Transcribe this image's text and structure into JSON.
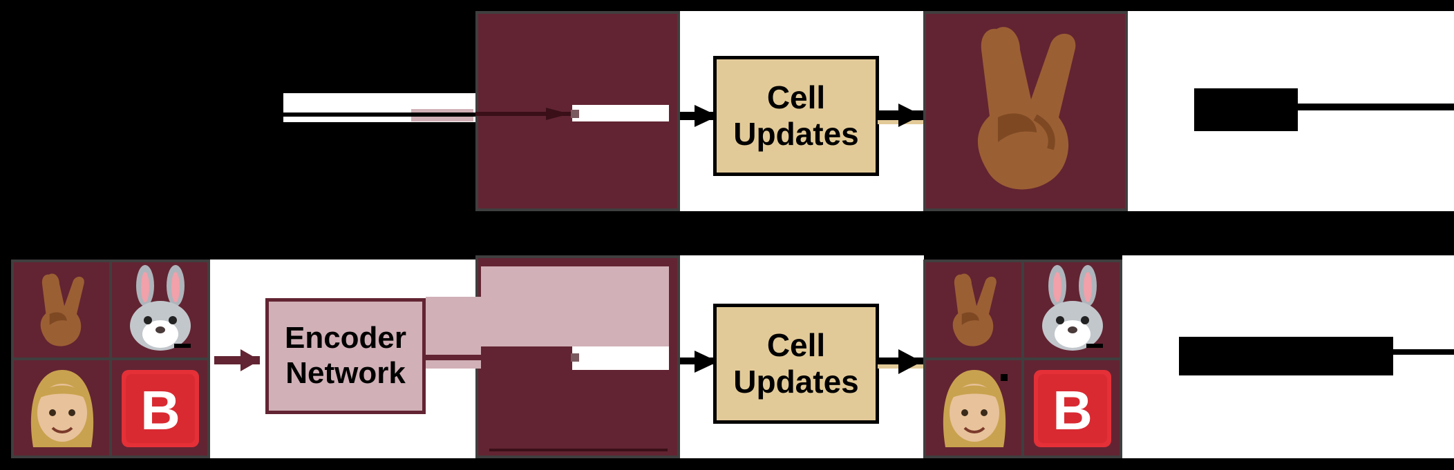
{
  "diagram": {
    "top_row": {
      "box_label_line1": "Cell",
      "box_label_line2": "Updates"
    },
    "bottom_row": {
      "encoder_label_line1": "Encoder",
      "encoder_label_line2": "Network",
      "box_label_line1": "Cell",
      "box_label_line2": "Updates",
      "emoji_b_letter": "B"
    }
  },
  "colors": {
    "maroon": "#622432",
    "tan": "#e2ca98",
    "pink": "#d1b0b7",
    "background": "#000000"
  },
  "icons": [
    "victory-hand-icon",
    "rabbit-face-icon",
    "woman-icon",
    "b-button-icon"
  ]
}
